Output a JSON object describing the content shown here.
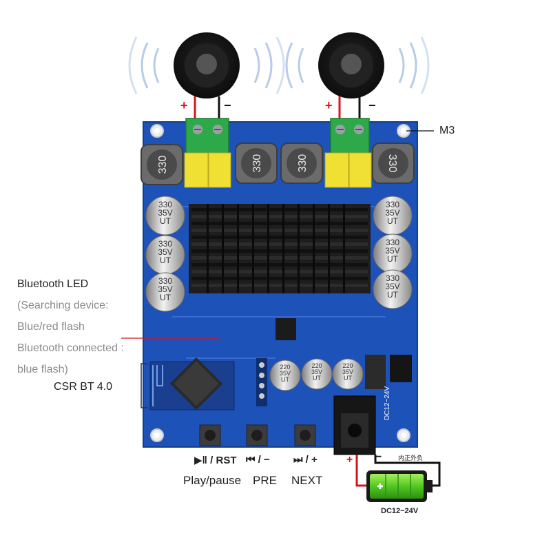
{
  "labels": {
    "m3": "M3",
    "bt_led_title": "Bluetooth LED",
    "bt_led_line1": "(Searching device:",
    "bt_led_line2": "Blue/red flash",
    "bt_led_line3": "Bluetooth connected :",
    "bt_led_line4": "blue flash)",
    "csr": "CSR BT 4.0",
    "plus": "+",
    "minus": "−"
  },
  "buttons": [
    {
      "symbol": "▶‖ / RST",
      "name": "Play/pause"
    },
    {
      "symbol": "⏮ / −",
      "name": "PRE"
    },
    {
      "symbol": "⏭ / +",
      "name": "NEXT"
    }
  ],
  "board": {
    "inductor_text": "330",
    "cap_text": "330\n35V\nUT",
    "small_cap_text": "220\n35V\nUT",
    "power_label": "DC12~24V",
    "polarity_cn": "内正外负",
    "button_silk": [
      "▶‖/RST",
      "⏮/−",
      "⏭/+"
    ]
  },
  "battery": {
    "label": "DC12~24V",
    "polarity_cn": "内正外负"
  },
  "colors": {
    "board_blue": "#1d52b8",
    "wire_red": "#d8131c",
    "heatsink": "#1e1e1e",
    "terminal_green": "#2ea94a",
    "battery_green": "#4cc31f"
  }
}
